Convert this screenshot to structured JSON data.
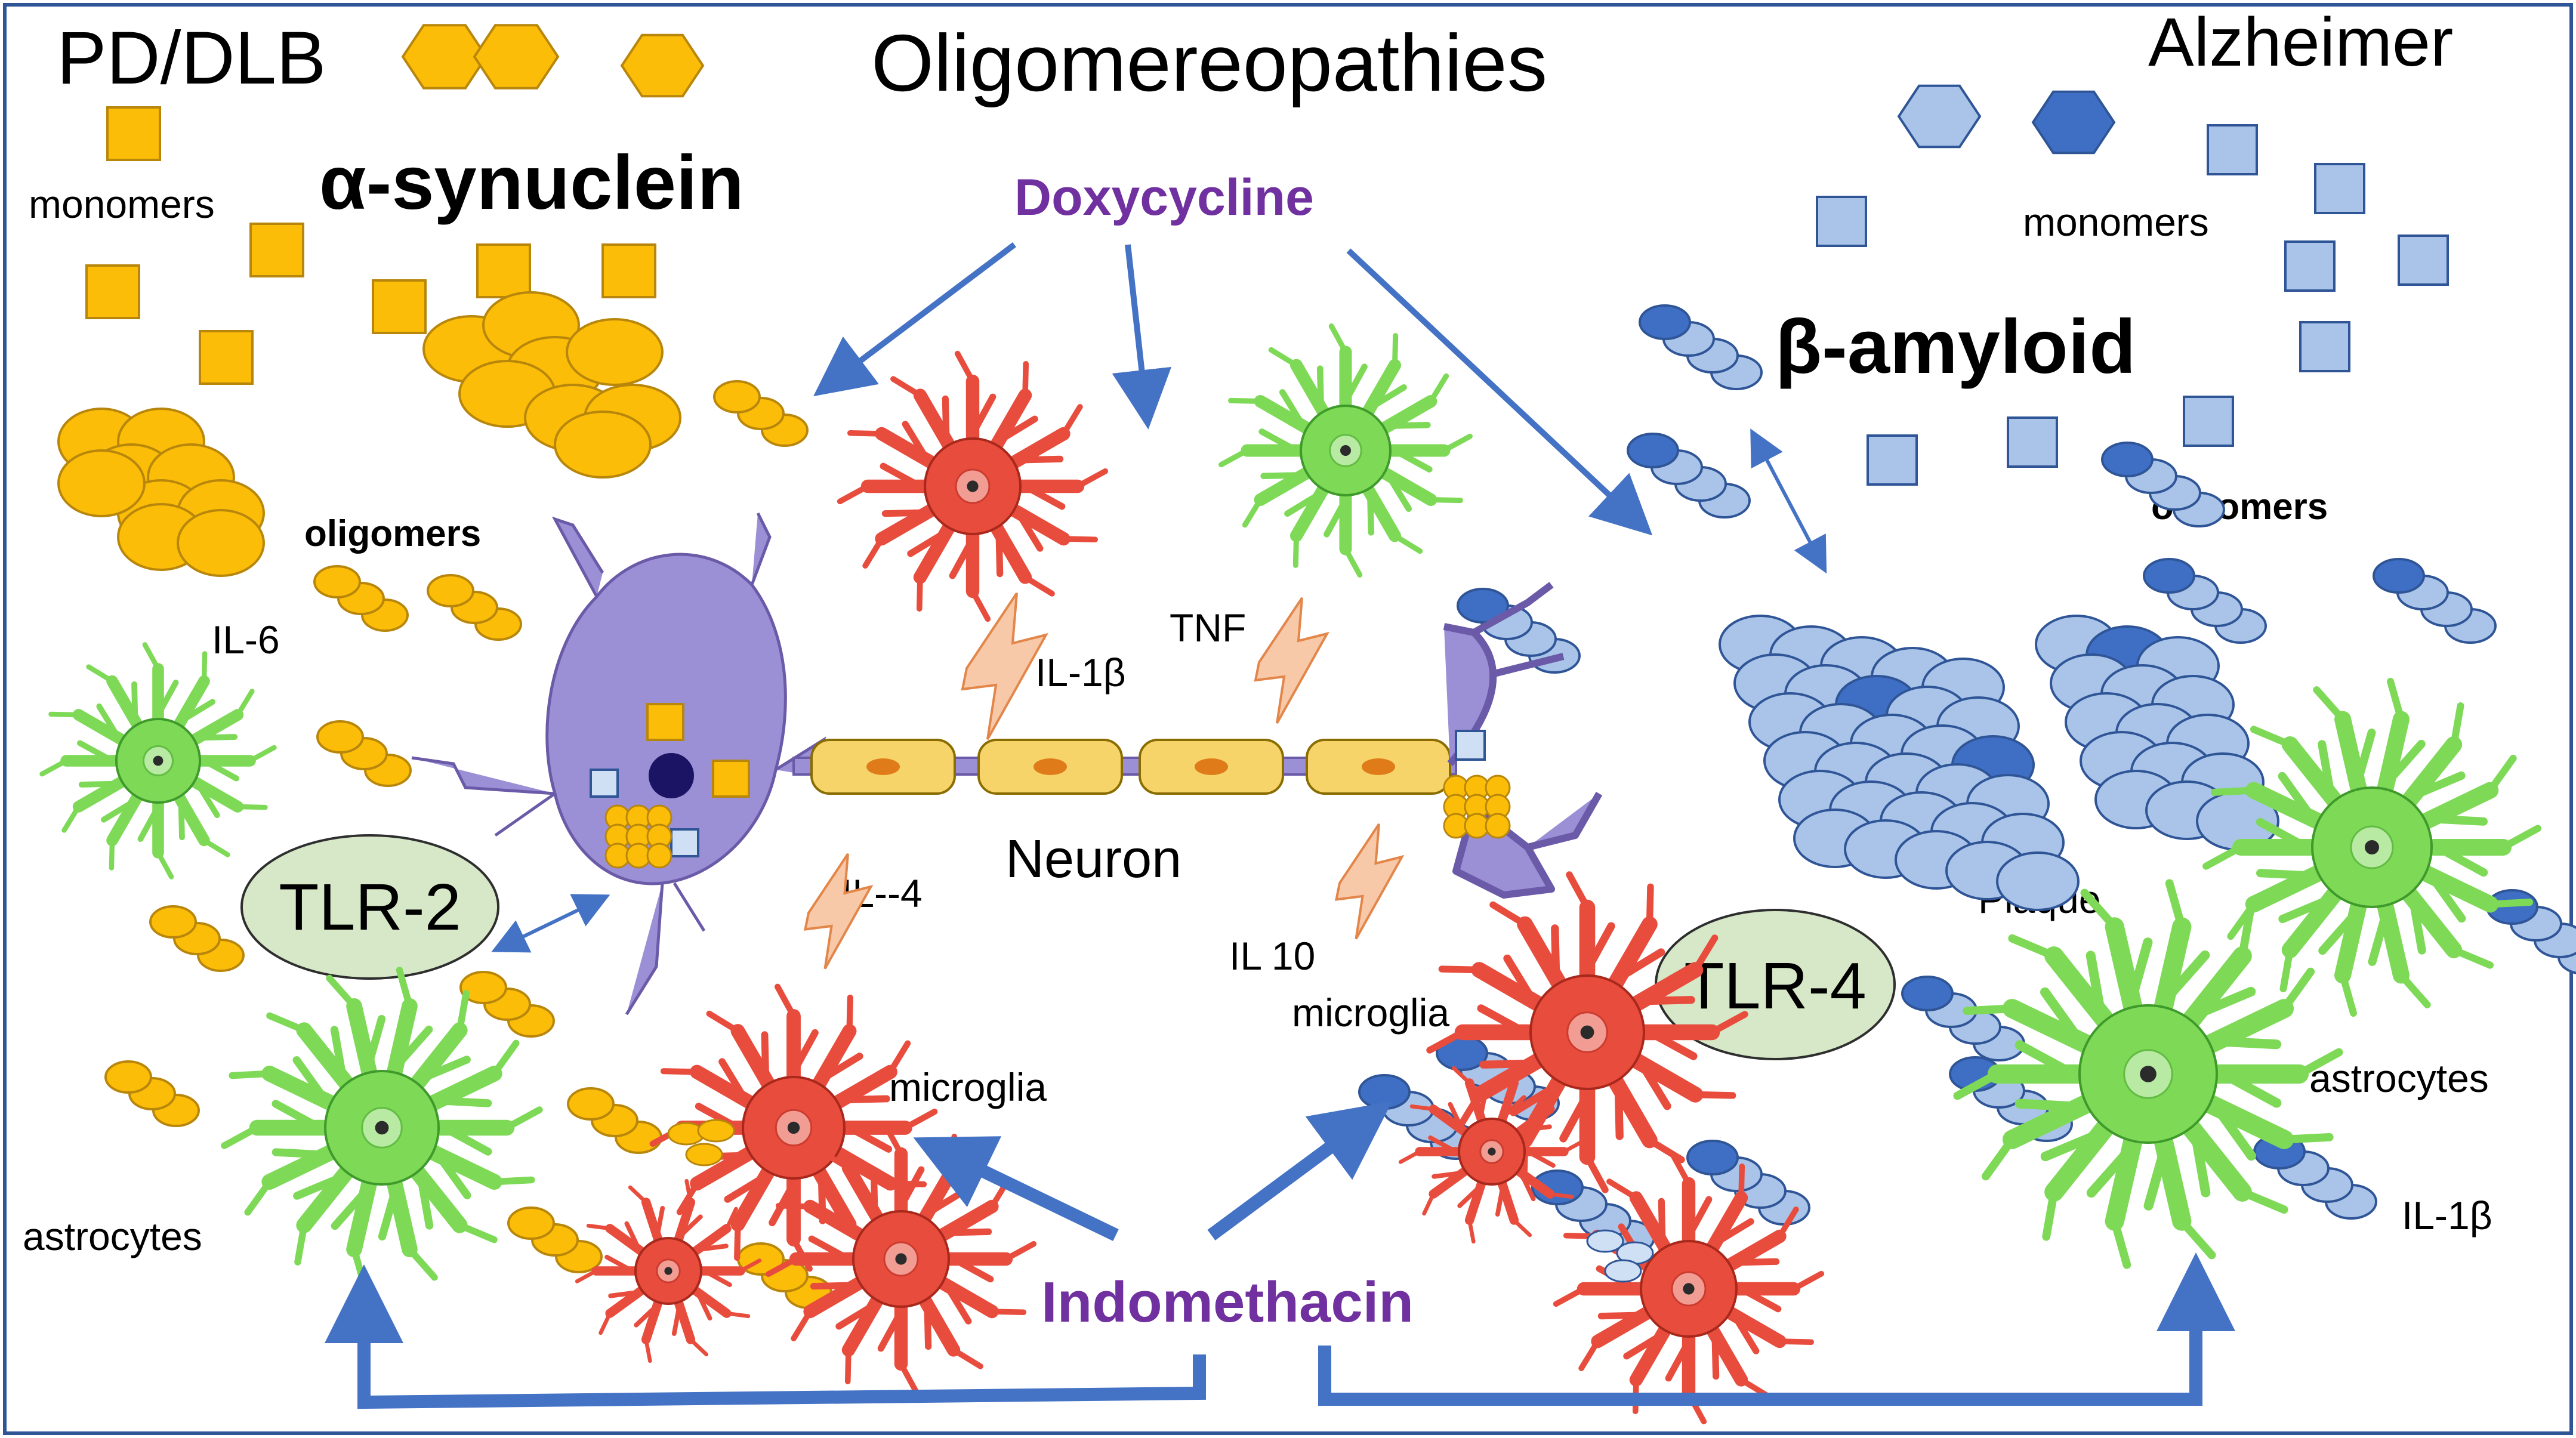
{
  "labels": {
    "pd_dlb": "PD/DLB",
    "title": "Oligomereopathies",
    "alzheimer": "Alzheimer",
    "alpha_synuclein": "α-synuclein",
    "beta_amyloid": "β-amyloid",
    "monomers_left": "monomers",
    "monomers_right": "monomers",
    "oligomers_left": "oligomers",
    "oligomers_right": "oligomers",
    "doxycycline": "Doxycycline",
    "indomethacin": "Indomethacin",
    "neuron": "Neuron",
    "plaque": "Plaque",
    "tlr2": "TLR-2",
    "tlr4": "TLR-4",
    "il6": "IL-6",
    "il1b_center": "IL-1β",
    "tnf": "TNF",
    "il4": "IL--4",
    "il10": "IL 10",
    "il1b_right": "IL-1β",
    "microglia_left": "microglia",
    "microglia_right": "microglia",
    "astrocytes_left": "astrocytes",
    "astrocytes_right": "astrocytes"
  },
  "colors": {
    "synuclein": "#fbbd08",
    "synuclein_stroke": "#b8860b",
    "amyloid_light": "#a9c4e8",
    "amyloid_dark": "#3e6fc4",
    "amyloid_stroke": "#2f5597",
    "neuron": "#9b8fd6",
    "neuron_stroke": "#6a5aa8",
    "myelin": "#f6d46a",
    "microglia": "#e84c3d",
    "astrocyte": "#7ed957",
    "astrocyte_stroke": "#3e9a2a",
    "tlr_fill": "#d6e8c8",
    "arrow": "#4472c4",
    "drug_text": "#7030a0",
    "bolt": "#f8c9a8",
    "border": "#2f5597"
  }
}
